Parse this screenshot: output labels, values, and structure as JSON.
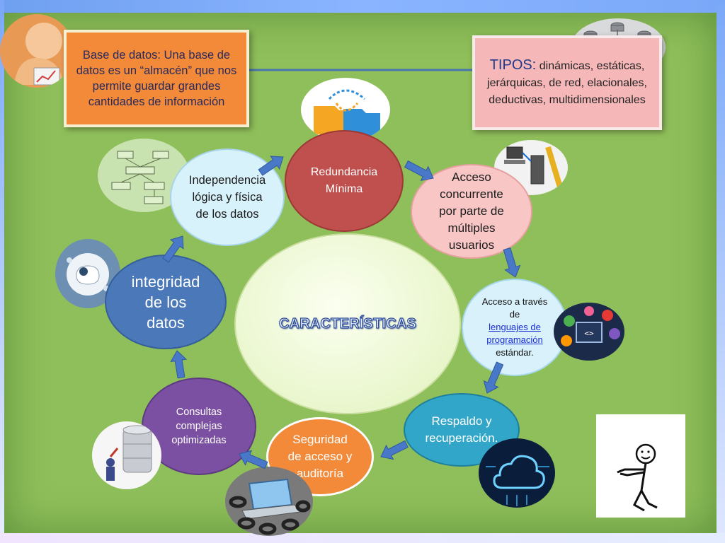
{
  "definition": {
    "text": "Base de datos: Una base de datos es un “almacén” que nos permite guardar grandes cantidades de información"
  },
  "tipos": {
    "heading": "TIPOS:",
    "list": "dinámicas, estáticas, jerárquicas, de red, elacionales, deductivas, multidimensionales"
  },
  "center": {
    "title": "CARACTERÍSTICAS"
  },
  "nodes": {
    "redundancia": "Redundancia Mínima",
    "acceso_concurrente": "Acceso concurrente por parte de múltiples usuarios",
    "acceso_lenguajes_pre": "Acceso a través de",
    "acceso_lenguajes_link": "lenguajes de programación",
    "acceso_lenguajes_post": "estándar.",
    "respaldo": "Respaldo y recuperación.",
    "seguridad": "Seguridad de acceso y auditoría",
    "consultas": "Consultas complejas optimizadas",
    "integridad": "integridad de los datos",
    "independencia": "Independencia lógica y física de los datos"
  },
  "colors": {
    "redundancia": "#c0504d",
    "acceso_concurrente": "#f9c6c6",
    "acceso_lenguajes": "#d9f1fb",
    "respaldo": "#31a6c8",
    "seguridad": "#f28a3a",
    "consultas": "#7b4fa2",
    "integridad": "#4a78b8",
    "independencia": "#d8f2fb",
    "arrow": "#4a78c8"
  },
  "icons": [
    "folder-sync-icon",
    "database-network-icon",
    "computer-network-icon",
    "code-languages-icon",
    "cloud-backup-icon",
    "laptop-chain-icon",
    "server-worker-icon",
    "cloud-shield-icon",
    "er-diagram-icon",
    "head-chart-icon",
    "stick-figure-icon"
  ]
}
